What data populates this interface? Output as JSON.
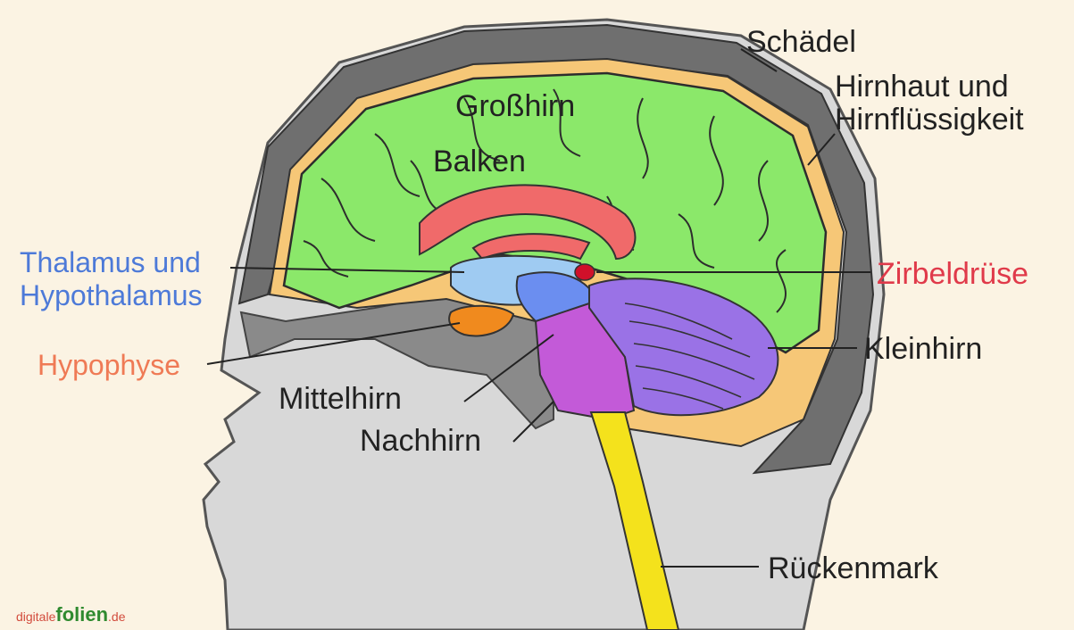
{
  "labels": {
    "schaedel": "Schädel",
    "hirnhaut_line1": "Hirnhaut und",
    "hirnhaut_line2": "Hirnflüssigkeit",
    "grosshirn": "Großhirn",
    "balken": "Balken",
    "thalamus_line1": "Thalamus und",
    "thalamus_line2": "Hypothalamus",
    "zirbeldruese": "Zirbeldrüse",
    "kleinhirn": "Kleinhirn",
    "hypophyse": "Hypophyse",
    "mittelhirn": "Mittelhirn",
    "nachhirn": "Nachhirn",
    "rueckenmark": "Rückenmark"
  },
  "watermark": {
    "prefix": "digitale",
    "main": "folien",
    "suffix": ".de"
  },
  "colors": {
    "background": "#fbf3e3",
    "skull": "#6f6f6f",
    "meninges": "#f6c777",
    "cerebrum": "#8be86a",
    "corpus_callosum": "#f06a6a",
    "thalamus": "#9fcbf2",
    "hypothalamus": "#6b8ef0",
    "pineal": "#d0102a",
    "pituitary": "#f08a1e",
    "midbrain_pons": "#c35ad8",
    "cerebellum": "#9a72e6",
    "spinal_cord": "#f4e21c",
    "head": "#d8d8d8",
    "label_blue": "#4d7ad8",
    "label_red": "#e03a4a",
    "label_orange": "#ef7a55",
    "label_dark": "#222222"
  }
}
